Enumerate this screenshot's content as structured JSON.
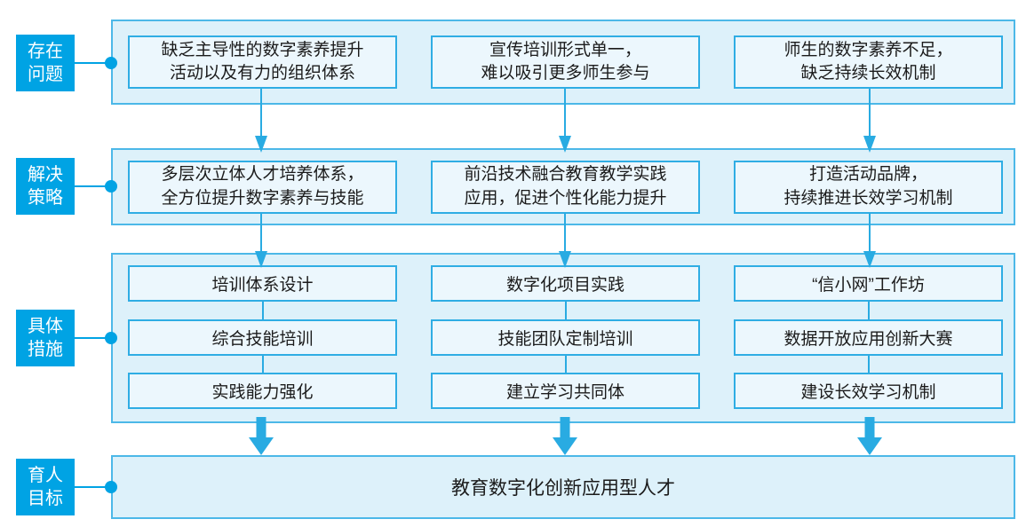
{
  "colors": {
    "accent_cyan": "#00a3e4",
    "arrow_cyan": "#29abe2",
    "container_border": "#4cb8e8",
    "container_fill": "#ddf1fa",
    "box_border": "#2fade4",
    "box_fill": "#ecf7fd",
    "text": "#1b1b1b",
    "label_text": "#ffffff"
  },
  "rows": {
    "r1": {
      "label": "存在\n问题",
      "items": [
        "缺乏主导性的数字素养提升\n活动以及有力的组织体系",
        "宣传培训形式单一，\n难以吸引更多师生参与",
        "师生的数字素养不足，\n缺乏持续长效机制"
      ]
    },
    "r2": {
      "label": "解决\n策略",
      "items": [
        "多层次立体人才培养体系，\n全方位提升数字素养与技能",
        "前沿技术融合教育教学实践\n应用，促进个性化能力提升",
        "打造活动品牌，\n持续推进长效学习机制"
      ]
    },
    "r3": {
      "label": "具体\n措施",
      "columns": [
        [
          "培训体系设计",
          "综合技能培训",
          "实践能力强化"
        ],
        [
          "数字化项目实践",
          "技能团队定制培训",
          "建立学习共同体"
        ],
        [
          "“信小网”工作坊",
          "数据开放应用创新大赛",
          "建设长效学习机制"
        ]
      ]
    },
    "r4": {
      "label": "育人\n目标",
      "goal": "教育数字化创新应用型人才"
    }
  }
}
